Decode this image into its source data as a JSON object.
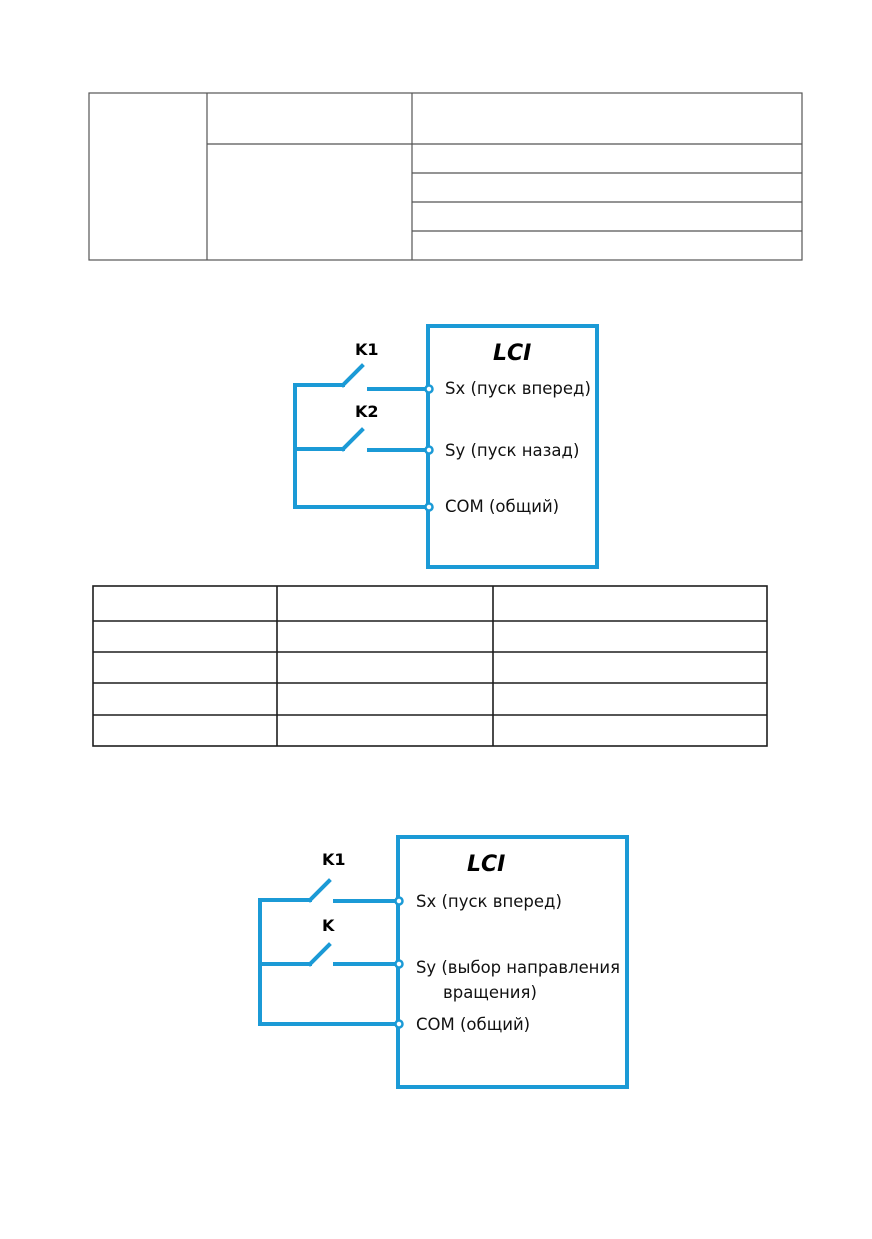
{
  "colors": {
    "diagram_line": "#1b9ad6",
    "table_border": "#555555"
  },
  "diagram_two_wire": {
    "title": "LCI",
    "switches": [
      "K1",
      "K2"
    ],
    "terminals": [
      "Sx (пуск вперед)",
      "Sy (пуск назад)",
      "COM (общий)"
    ]
  },
  "diagram_direction": {
    "title": "LCI",
    "switches": [
      "K1",
      "K"
    ],
    "terminals": [
      "Sx (пуск вперед)",
      "Sy (выбор направления",
      "вращения)",
      "COM (общий)"
    ]
  }
}
